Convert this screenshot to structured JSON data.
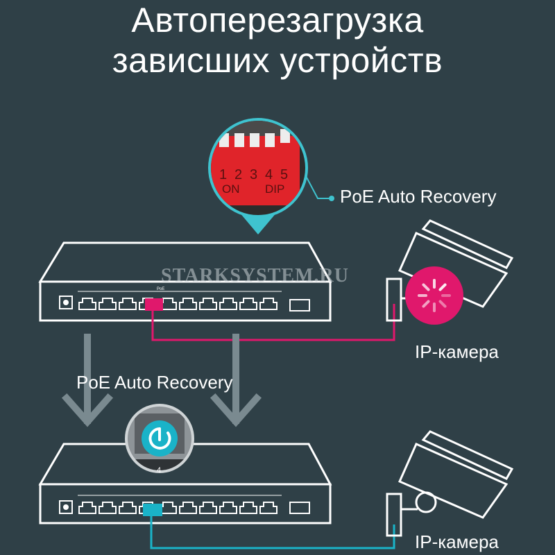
{
  "title": {
    "line1": "Автоперезагрузка",
    "line2": "зависших устройств"
  },
  "dip_switch": {
    "numbers": [
      "1",
      "2",
      "3",
      "4",
      "5"
    ],
    "on_label": "ON",
    "dip_label": "DIP"
  },
  "labels": {
    "dip_feature": "PoE Auto Recovery",
    "recovery_arrow": "PoE Auto Recovery",
    "camera_top": "IP-камера",
    "camera_bottom": "IP-камера"
  },
  "switch": {
    "poe_label": "PoE",
    "port_zoom_number": "4"
  },
  "watermark": "STARKSYSTEM.RU",
  "colors": {
    "background": "#2f4047",
    "accent_pink": "#e0186c",
    "accent_teal": "#1ab3c8",
    "dip_red": "#e0242a",
    "line_white": "#ffffff"
  },
  "icons": {
    "camera_top_status": "loading-spinner-icon",
    "port_zoom_status": "power-restart-icon"
  }
}
